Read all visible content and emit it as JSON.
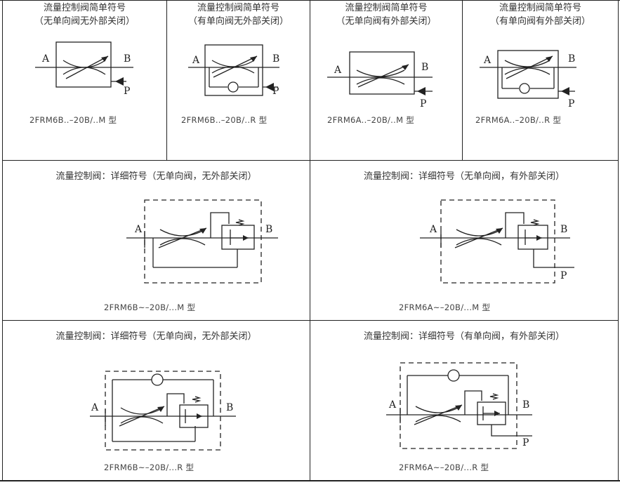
{
  "panels": [
    {
      "title": "流量控制阀简单符号",
      "subtitle": "（无单向阀无外部关闭）",
      "model": "2FRM6B..–20B/..M 型",
      "labels": [
        "A",
        "B",
        "P"
      ]
    },
    {
      "title": "流量控制阀简单符号",
      "subtitle": "（有单向阀无外部关闭）",
      "model": "2FRM6B..–20B/..R 型",
      "labels": [
        "A",
        "B",
        "P"
      ]
    },
    {
      "title": "流量控制阀简单符号",
      "subtitle": "（无单向阀有外部关闭）",
      "model": "2FRM6A..–20B/..M 型",
      "labels": [
        "A",
        "B",
        "P"
      ]
    },
    {
      "title": "流量控制阀简单符号",
      "subtitle": "（有单向阀有外部关闭）",
      "model": "2FRM6A..–20B/..R 型",
      "labels": [
        "A",
        "B",
        "P"
      ]
    },
    {
      "title": "流量控制阀：详细符号（无单向阀，无外部关闭）",
      "model": "2FRM6B~–20B/...M 型",
      "labels": [
        "A",
        "B"
      ]
    },
    {
      "title": "流量控制阀：详细符号（无单向阀，有外部关闭）",
      "model": "2FRM6A~–20B/...M 型",
      "labels": [
        "A",
        "B",
        "P"
      ]
    },
    {
      "title": "流量控制阀：详细符号（无单向阀，无外部关闭）",
      "model": "2FRM6B~–20B/...R 型",
      "labels": [
        "A",
        "B"
      ]
    },
    {
      "title": "流量控制阀：详细符号（有单向阀，有外部关闭）",
      "model": "2FRM6A~–20B/...R 型",
      "labels": [
        "A",
        "B",
        "P"
      ]
    }
  ]
}
